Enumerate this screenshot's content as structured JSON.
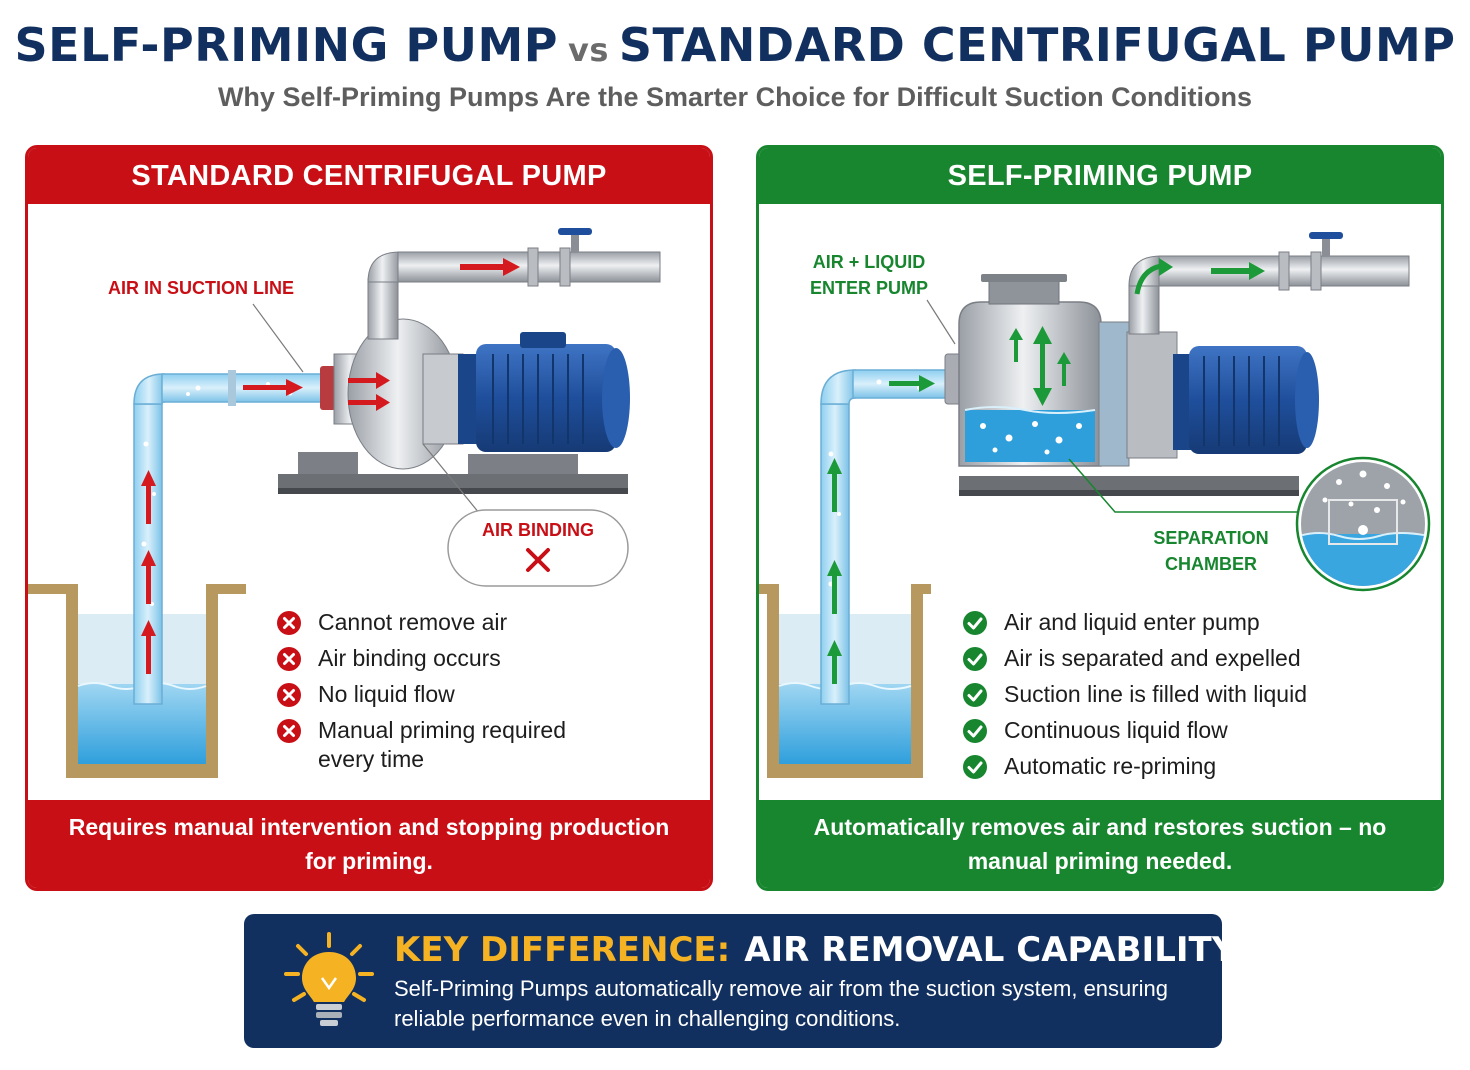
{
  "header": {
    "title_left": "SELF-PRIMING PUMP",
    "title_vs": "vs",
    "title_right": "STANDARD CENTRIFUGAL PUMP",
    "subtitle": "Why Self-Priming Pumps Are the Smarter Choice for Difficult Suction Conditions"
  },
  "standard": {
    "header": "STANDARD CENTRIFUGAL PUMP",
    "label_air_suction": "AIR IN SUCTION LINE",
    "label_air_binding": "AIR BINDING",
    "bullets": [
      {
        "text": "Cannot remove air"
      },
      {
        "text": "Air binding occurs"
      },
      {
        "text": "No liquid flow"
      },
      {
        "text": "Manual priming required every time"
      }
    ],
    "footer": "Requires manual intervention and stopping production for priming."
  },
  "selfpriming": {
    "header": "SELF-PRIMING PUMP",
    "label_enter_1": "AIR + LIQUID",
    "label_enter_2": "ENTER PUMP",
    "label_chamber_1": "SEPARATION",
    "label_chamber_2": "CHAMBER",
    "bullets": [
      {
        "text": "Air and liquid enter pump"
      },
      {
        "text": "Air is separated and expelled"
      },
      {
        "text": "Suction line is filled with liquid"
      },
      {
        "text": "Continuous liquid flow"
      },
      {
        "text": "Automatic re-priming"
      }
    ],
    "footer": "Automatically removes air and restores suction – no manual priming needed."
  },
  "key": {
    "label": "KEY DIFFERENCE:",
    "title": "AIR REMOVAL CAPABILITY",
    "text": "Self-Priming Pumps automatically remove air from the suction system, ensuring reliable performance even in challenging conditions."
  },
  "colors": {
    "navy": "#12305f",
    "red": "#c80f16",
    "green": "#17862f",
    "gold": "#f5b324",
    "motor_blue": "#1f4f9c",
    "water": "#3aa6e0"
  },
  "icons": {
    "fail": "x-circle-icon",
    "ok": "check-circle-icon",
    "key": "lightbulb-icon"
  }
}
